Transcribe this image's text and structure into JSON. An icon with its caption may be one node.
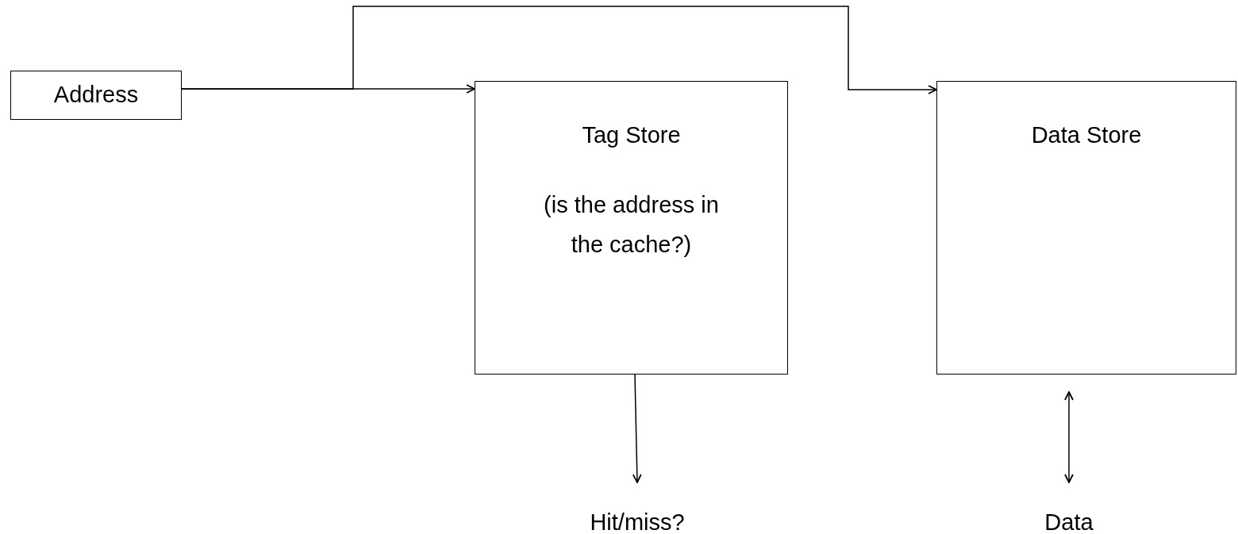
{
  "diagram": {
    "nodes": [
      {
        "text": [
          "Address"
        ]
      },
      {
        "text": [
          "Tag Store",
          "(is the address in the cache?)"
        ]
      },
      {
        "text": [
          "Data Store"
        ]
      },
      {
        "text": [
          "Hit/miss?"
        ]
      },
      {
        "text": [
          "Data"
        ]
      }
    ],
    "edges": [
      {
        "from": 0,
        "to": 1,
        "arrow": "to"
      },
      {
        "from": 0,
        "to": 2,
        "arrow": "to"
      },
      {
        "from": 1,
        "to": 3,
        "arrow": "to"
      },
      {
        "from": 4,
        "to": 2,
        "arrow": "both"
      }
    ]
  }
}
